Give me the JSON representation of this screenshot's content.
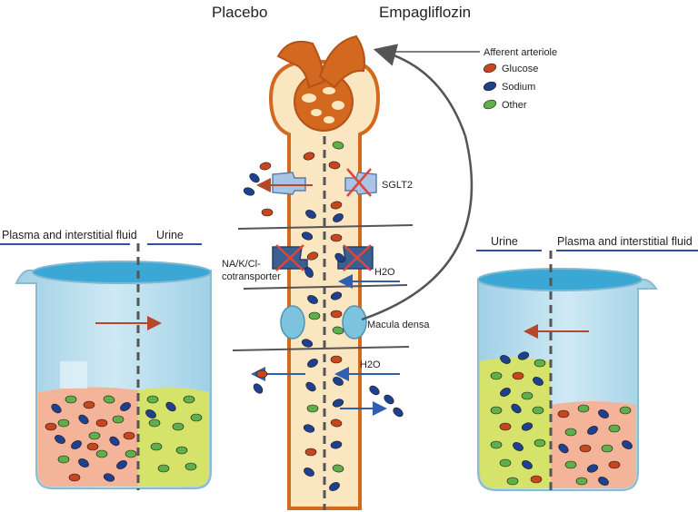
{
  "headings": {
    "left": "Placebo",
    "right": "Empagliflozin"
  },
  "left_beaker": {
    "plasma_label": "Plasma and interstitial fluid",
    "urine_label": "Urine"
  },
  "right_beaker": {
    "urine_label": "Urine",
    "plasma_label": "Plasma and interstitial fluid"
  },
  "legend": {
    "afferent": "Afferent arteriole",
    "items": [
      {
        "label": "Glucose",
        "color": "#c8461e"
      },
      {
        "label": "Sodium",
        "color": "#1f3f8f"
      },
      {
        "label": "Other",
        "color": "#5fb04a"
      }
    ]
  },
  "nephron_labels": {
    "sglt2": "SGLT2",
    "nkcc_line1": "NA/K/Cl-",
    "nkcc_line2": "cotransporter",
    "h2o_upper": "H2O",
    "macula": "Macula densa",
    "h2o_lower": "H2O"
  },
  "colors": {
    "glucose": "#c8461e",
    "sodium": "#1f3f8f",
    "other": "#5fb04a",
    "tubule_wall": "#d2691e",
    "tubule_fill": "#fbe6c2",
    "plasma_fluid": "#f4b49a",
    "urine_fluid": "#d6e36a",
    "transporter_sglt": "#a9c4e4",
    "transporter_nkcc": "#3b5f91",
    "macula": "#7ec3dd",
    "arrow_red": "#b5482b",
    "arrow_blue": "#2e5fb0"
  }
}
